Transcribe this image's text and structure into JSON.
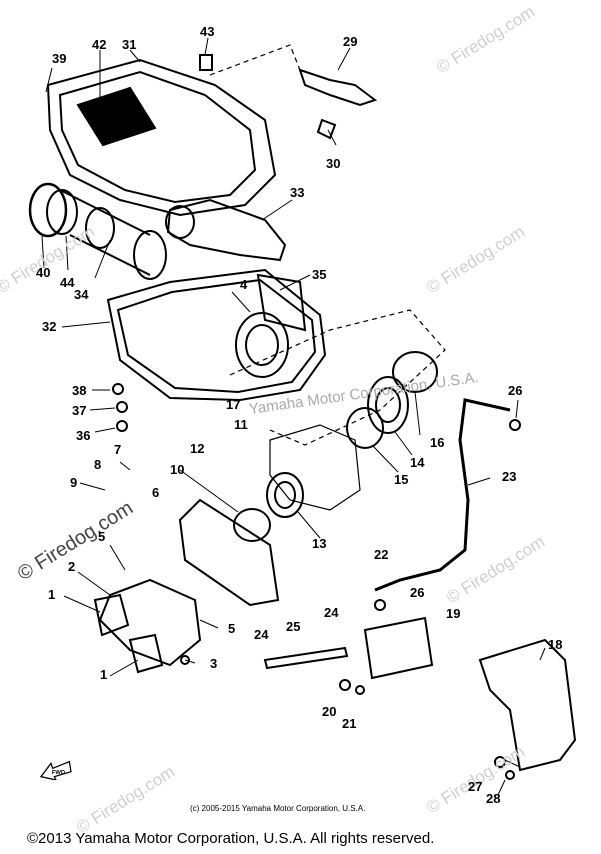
{
  "labels": {
    "p1a": "1",
    "p1b": "1",
    "p2": "2",
    "p3": "3",
    "p4": "4",
    "p5a": "5",
    "p5b": "5",
    "p6": "6",
    "p7": "7",
    "p8": "8",
    "p9": "9",
    "p10": "10",
    "p11": "11",
    "p12": "12",
    "p13": "13",
    "p14": "14",
    "p15": "15",
    "p16": "16",
    "p17": "17",
    "p18": "18",
    "p19": "19",
    "p20": "20",
    "p21": "21",
    "p22": "22",
    "p23": "23",
    "p24a": "24",
    "p24b": "24",
    "p25": "25",
    "p26a": "26",
    "p26b": "26",
    "p27": "27",
    "p28": "28",
    "p29": "29",
    "p30": "30",
    "p31": "31",
    "p32": "32",
    "p33": "33",
    "p34": "34",
    "p35": "35",
    "p36": "36",
    "p37": "37",
    "p38": "38",
    "p39": "39",
    "p40": "40",
    "p42": "42",
    "p43": "43",
    "p44": "44"
  },
  "watermarks": {
    "firedog": "© Firedog.com",
    "firedog_main": "© Firedog.com",
    "yamaha": "Yamaha Motor Corporation, U.S.A."
  },
  "footer": {
    "small": "(c) 2005-2015 Yamaha Motor Corporation, U.S.A.",
    "main": "©2013 Yamaha Motor Corporation, U.S.A. All rights reserved."
  },
  "fwd_label": "FWD"
}
